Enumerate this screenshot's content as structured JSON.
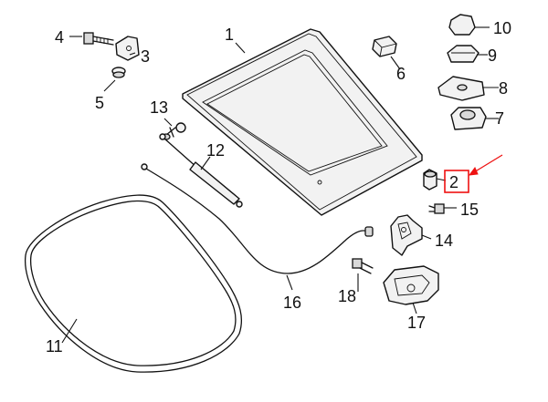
{
  "callouts": {
    "c1": "1",
    "c2": "2",
    "c3": "3",
    "c4": "4",
    "c5": "5",
    "c6": "6",
    "c7": "7",
    "c8": "8",
    "c9": "9",
    "c10": "10",
    "c11": "11",
    "c12": "12",
    "c13": "13",
    "c14": "14",
    "c15": "15",
    "c16": "16",
    "c17": "17",
    "c18": "18"
  },
  "highlight": {
    "part": "2",
    "color": "#e11111"
  },
  "colors": {
    "line": "#111111",
    "fill": "#f2f2f2",
    "background": "#ffffff"
  }
}
